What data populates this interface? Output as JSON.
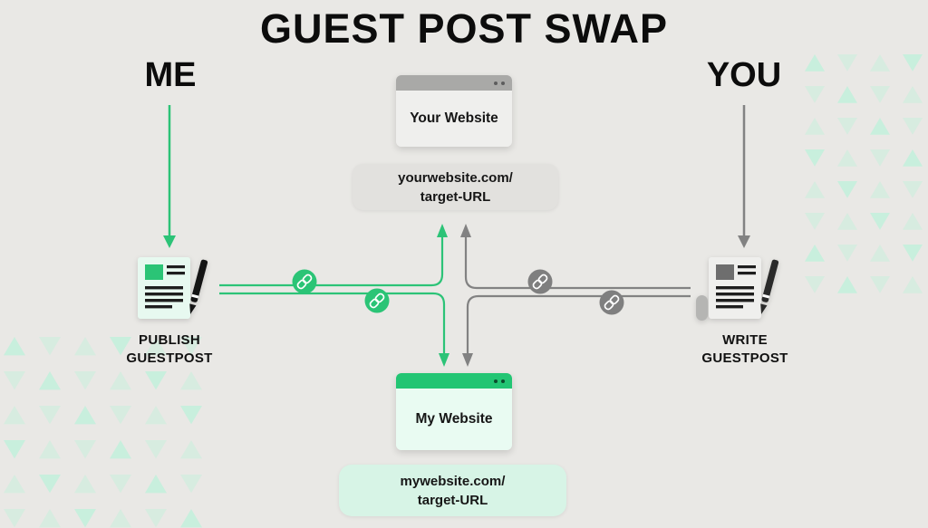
{
  "title": {
    "text": "GUEST POST SWAP"
  },
  "actors": {
    "me": "ME",
    "you": "YOU"
  },
  "browser_cards": {
    "your_website": {
      "label": "Your Website"
    },
    "my_website": {
      "label": "My Website"
    }
  },
  "url_pills": {
    "your_url": {
      "line1": "yourwebsite.com/",
      "line2": "target-URL"
    },
    "my_url": {
      "line1": "mywebsite.com/",
      "line2": "target-URL"
    }
  },
  "doc_labels": {
    "publish": {
      "line1": "PUBLISH",
      "line2": "GUESTPOST"
    },
    "write": {
      "line1": "WRITE",
      "line2": "GUESTPOST"
    }
  },
  "icons": {
    "link": "link-icon",
    "document_pen": "document-pen-icon",
    "arrow": "arrow-icon"
  },
  "colors": {
    "accent_green": "#2bc476",
    "line_green": "#2cc377",
    "line_gray": "#828282",
    "mint_light": "#e7f9f0",
    "pill_gray": "#e2e1de",
    "pattern_mint": "#c6efdc",
    "background": "#e9e8e5",
    "text": "#0c0c0c"
  }
}
